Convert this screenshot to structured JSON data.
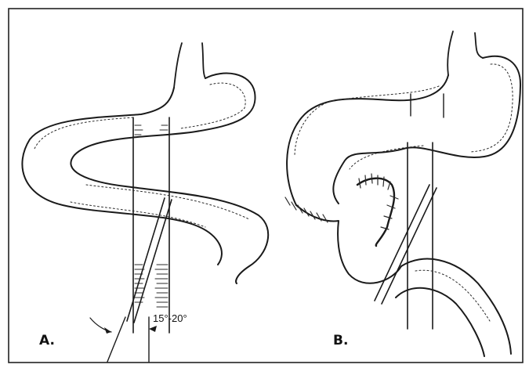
{
  "panels": [
    {
      "label": "A.",
      "annotation": "15°-20°"
    },
    {
      "label": "B."
    }
  ],
  "colors": {
    "ink": "#1a1a1a",
    "paper": "#ffffff",
    "frame": "#222222"
  }
}
